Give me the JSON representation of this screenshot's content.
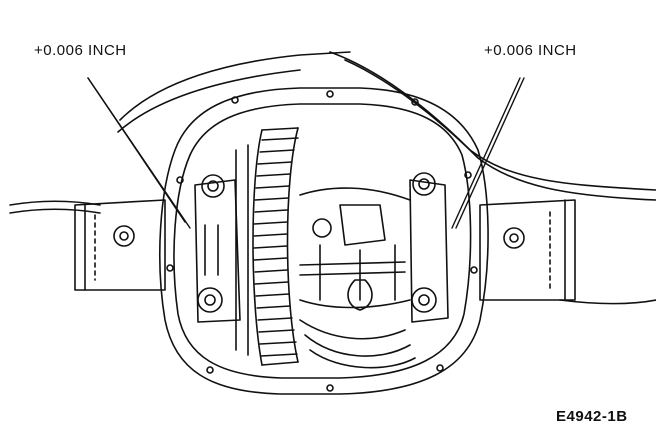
{
  "callouts": {
    "left": "+0.006 INCH",
    "right": "+0.006 INCH"
  },
  "figure_id": "E4942-1B"
}
